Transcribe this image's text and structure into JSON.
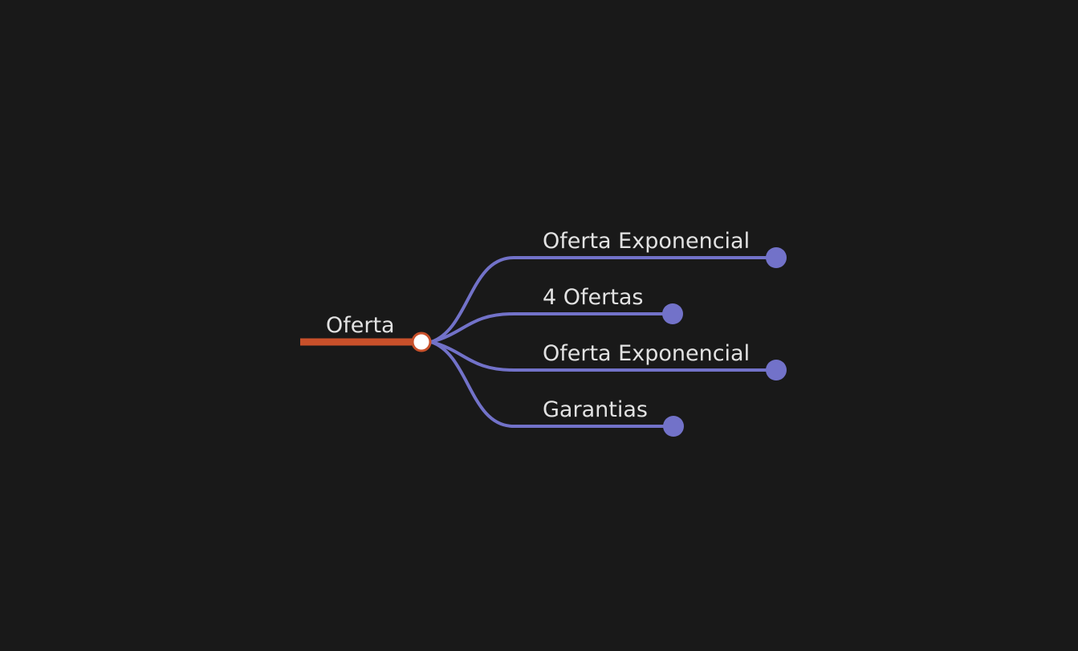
{
  "mindmap": {
    "root": {
      "label": "Oferta",
      "color": "#c8502a",
      "node_fill": "#ffffff"
    },
    "branch_color": "#7272c9",
    "children": [
      {
        "label": "Oferta Exponencial"
      },
      {
        "label": "4 Ofertas"
      },
      {
        "label": "Oferta Exponencial"
      },
      {
        "label": "Garantias"
      }
    ]
  }
}
